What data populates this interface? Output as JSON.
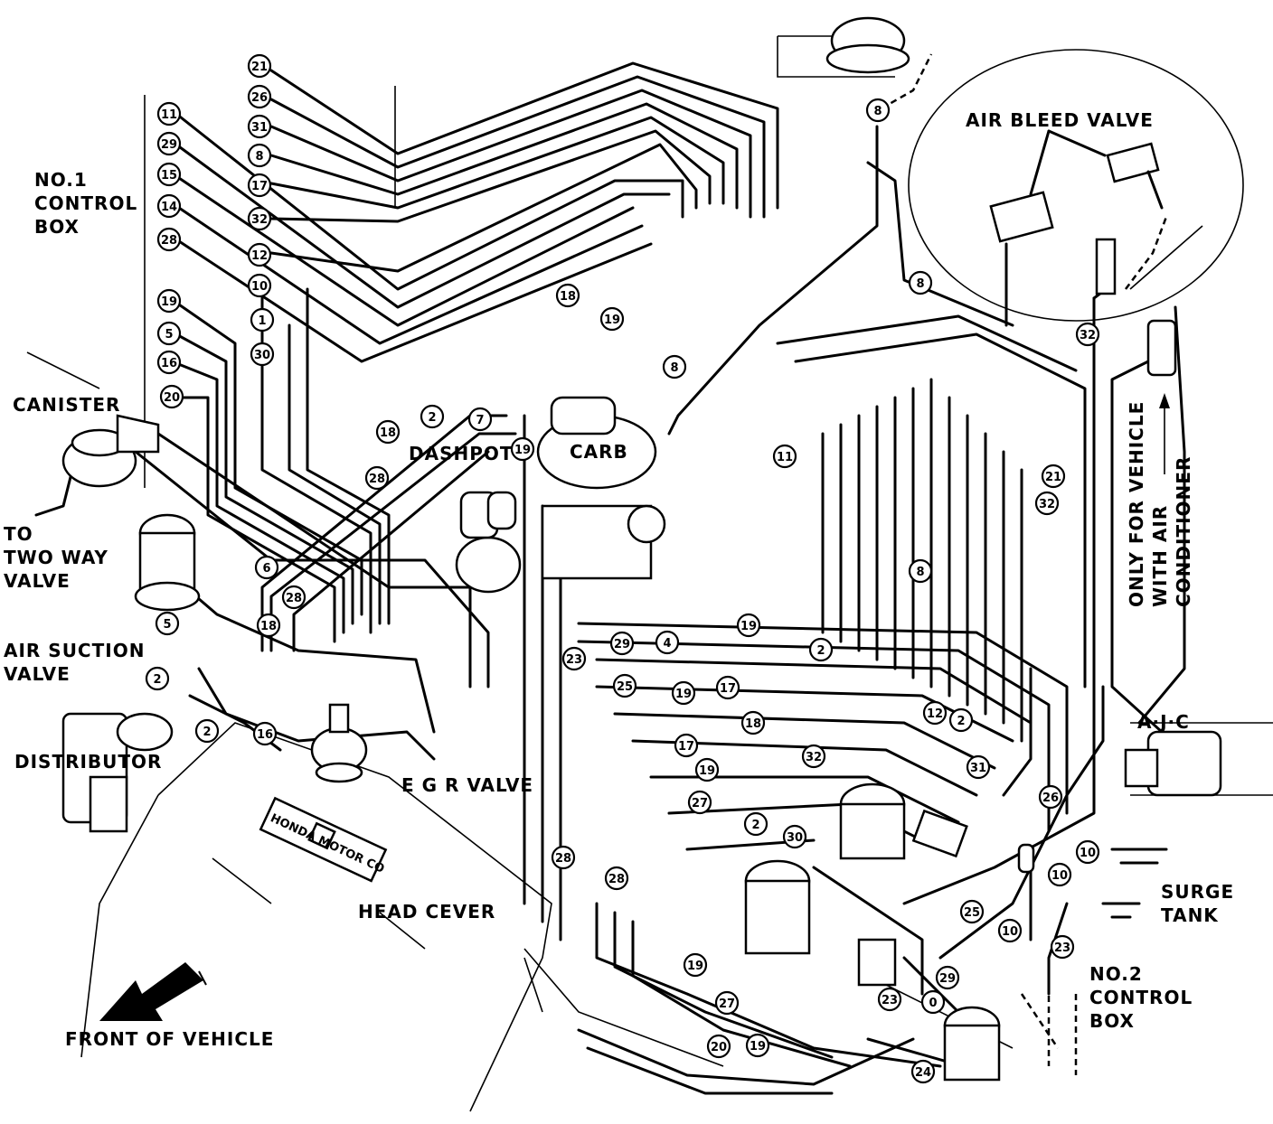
{
  "labels": {
    "no1_control_box": [
      "NO.1",
      "CONTROL",
      "BOX"
    ],
    "air_bleed_valve": "AIR BLEED VALVE",
    "canister": "CANISTER",
    "to_two_way_valve": [
      "TO",
      "TWO WAY",
      "VALVE"
    ],
    "dashpot": "DASHPOT",
    "carb": "CARB",
    "air_suction_valve": [
      "AIR SUCTION",
      "VALVE"
    ],
    "distributor": "DISTRIBUTOR",
    "egr_valve": "E G R  VALVE",
    "head_cever": "HEAD CEVER",
    "front_of_vehicle": "FRONT OF VEHICLE",
    "ajc": "A·J·C",
    "surge_tank": [
      "SURGE",
      "TANK"
    ],
    "no2_control_box": [
      "NO.2",
      "CONTROL",
      "BOX"
    ],
    "ac_note": [
      "ONLY FOR VEHICLE",
      "WITH AIR",
      "CONDITIONER"
    ],
    "honda_motor_co": "HONDA MOTOR CO"
  },
  "hose_numbers": {
    "left_column": [
      "21",
      "26",
      "31",
      "8",
      "17",
      "32",
      "12",
      "10",
      "1",
      "30"
    ],
    "box_column": [
      "11",
      "29",
      "15",
      "14",
      "28",
      "19",
      "5",
      "16",
      "20"
    ],
    "top_right": [
      "8",
      "8",
      "32"
    ],
    "center": [
      "18",
      "19",
      "8",
      "2",
      "7",
      "19",
      "18",
      "28",
      "11",
      "6",
      "28",
      "18",
      "5",
      "2",
      "2",
      "16"
    ],
    "right_side": [
      "21",
      "32",
      "8",
      "19",
      "2",
      "23",
      "29",
      "4",
      "25",
      "19",
      "17",
      "18",
      "12",
      "2",
      "31",
      "26",
      "17",
      "19",
      "32",
      "27",
      "2",
      "30",
      "10",
      "10",
      "25",
      "10",
      "23",
      "28",
      "28",
      "19",
      "27",
      "20",
      "19",
      "29",
      "0",
      "23",
      "24"
    ]
  }
}
